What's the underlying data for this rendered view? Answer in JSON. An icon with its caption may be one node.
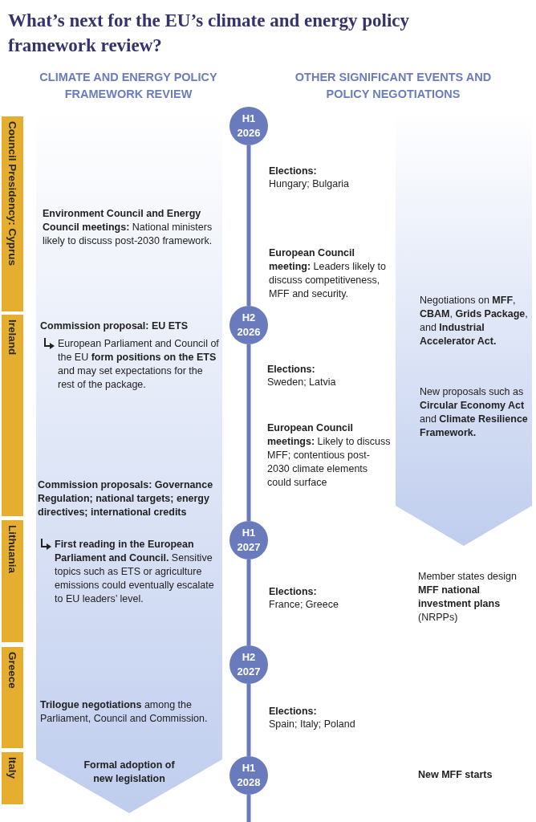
{
  "diagram": {
    "title": "What’s next for the EU’s climate and energy policy framework review?",
    "nodes": [
      {
        "text": [
          "**Environment Council and Energy Council meetings:** National ministers likely to discuss post-2030 framework.",
          "Commission proposal: EU ETS",
          "European Parliament and Council of the EU **form positions on the ETS** and may set expectations for the rest of the package.",
          "Commission proposals: Governance Regulation; national targets; energy directives; international credits",
          "**First reading in the European Parliament and Council.** Sensitive topics such as ETS or agriculture emissions could eventually escalate to EU leaders’ level.",
          "**Trilogue negotiations** among the Parliament, Council and Commission.",
          "Formal adoption of new legislation"
        ]
      },
      {
        "text": [
          "Negotiations on **MFF**, **CBAM**, **Grids Package**, and **Industrial Accelerator Act.**",
          "New proposals such as **Circular Economy Act** and **Climate Resilience Framework.**"
        ]
      },
      {
        "text": [
          "Council Presidency: Cyprus"
        ]
      },
      {
        "text": [
          "Ireland"
        ]
      },
      {
        "text": [
          "Lithuania"
        ]
      },
      {
        "text": [
          "Greece"
        ]
      },
      {
        "text": [
          "Italy"
        ]
      },
      {
        "text": [
          "H1 2026"
        ]
      },
      {
        "text": [
          "H2 2026"
        ]
      },
      {
        "text": [
          "H1 2027"
        ]
      },
      {
        "text": [
          "H2 2027"
        ]
      },
      {
        "text": [
          "H1 2028"
        ]
      }
    ],
    "edges": [
      {
        "from": 7,
        "to": 8,
        "arrow": "none"
      },
      {
        "from": 8,
        "to": 9,
        "arrow": "none"
      },
      {
        "from": 9,
        "to": 10,
        "arrow": "none"
      },
      {
        "from": 10,
        "to": 11,
        "arrow": "none"
      },
      {
        "from": 11,
        "to": null,
        "arrow": "none"
      }
    ],
    "labels": [
      "CLIMATE AND ENERGY POLICY FRAMEWORK REVIEW",
      "OTHER SIGNIFICANT EVENTS AND POLICY NEGOTIATIONS",
      "Elections:",
      "Hungary; Bulgaria",
      "**European Council meeting:** Leaders likely to discuss competitiveness, MFF and security.",
      "Elections:",
      "Sweden; Latvia",
      "**European Council meetings:** Likely to discuss MFF; contentious post-2030 climate elements could surface",
      "Member states design **MFF national investment plans** (NRPPs)",
      "Elections:",
      "France; Greece",
      "Elections:",
      "Spain; Italy; Poland",
      "New MFF starts"
    ]
  }
}
